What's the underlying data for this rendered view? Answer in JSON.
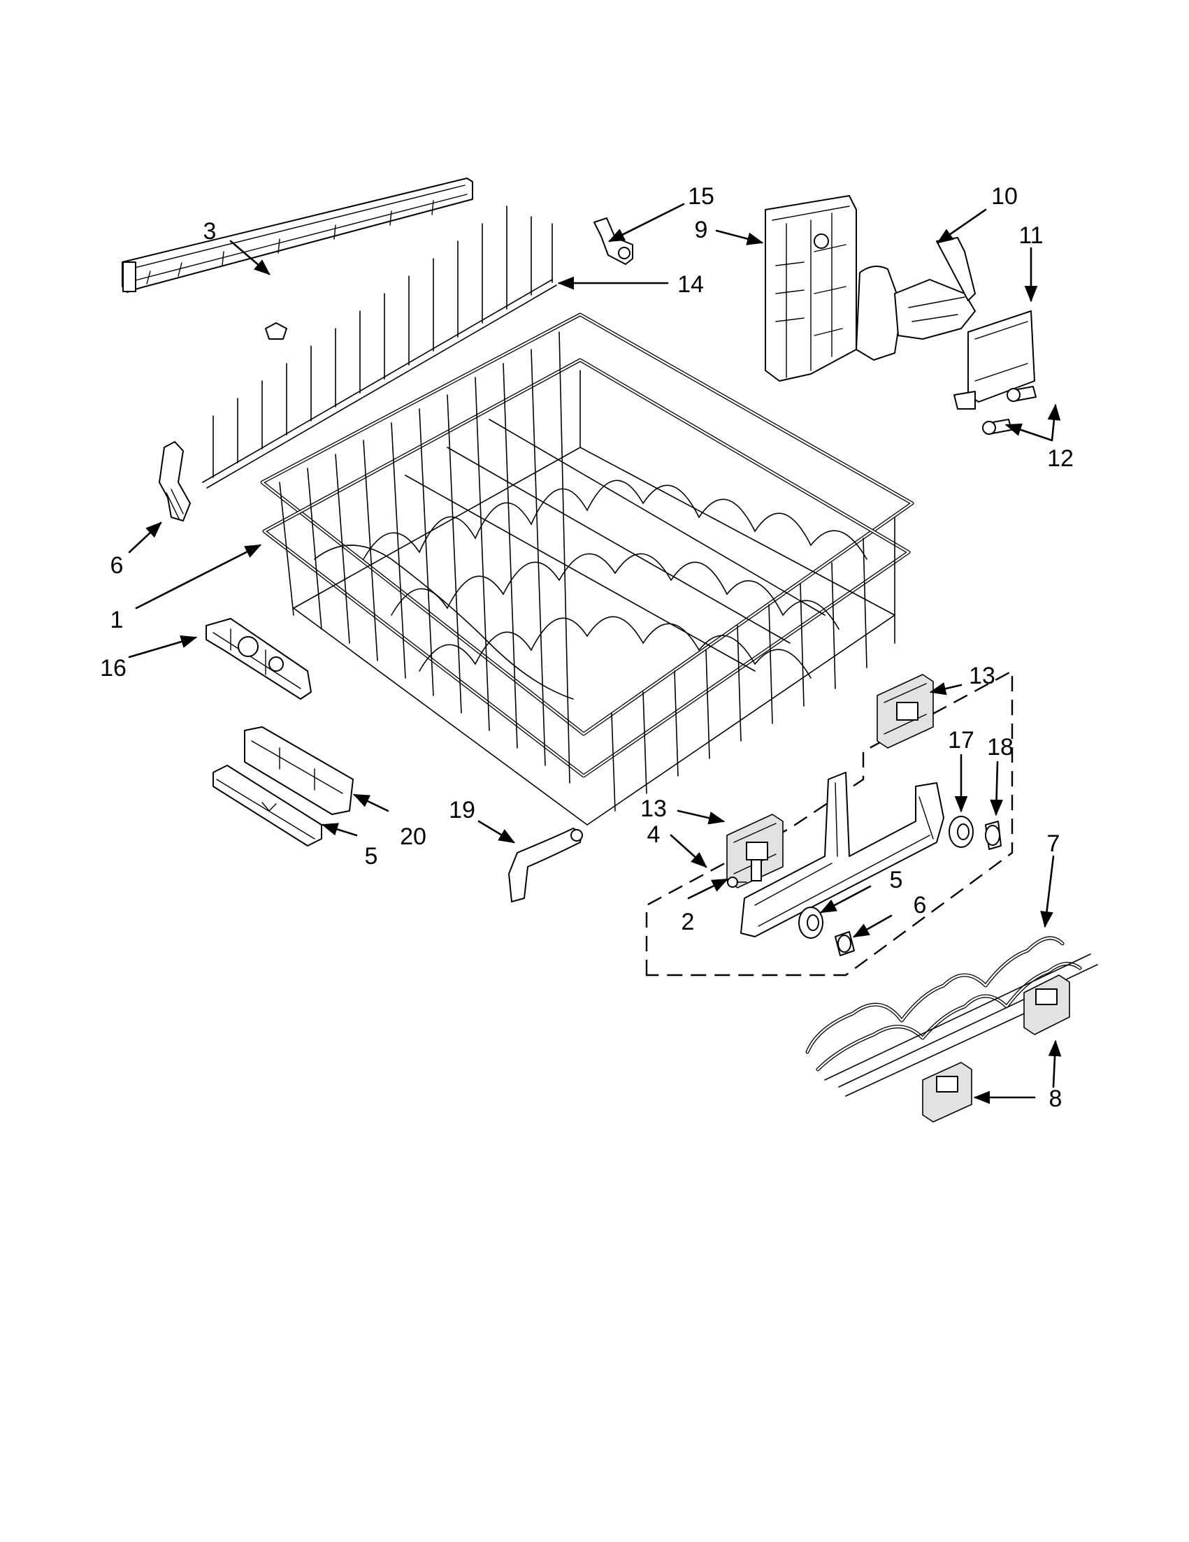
{
  "callouts": {
    "c1": "1",
    "c2": "2",
    "c3": "3",
    "c4": "4",
    "c5a": "5",
    "c5b": "5",
    "c6a": "6",
    "c6b": "6",
    "c7": "7",
    "c8": "8",
    "c9": "9",
    "c10": "10",
    "c11": "11",
    "c12": "12",
    "c13a": "13",
    "c13b": "13",
    "c14": "14",
    "c15": "15",
    "c16": "16",
    "c17": "17",
    "c18": "18",
    "c19": "19",
    "c20": "20"
  }
}
